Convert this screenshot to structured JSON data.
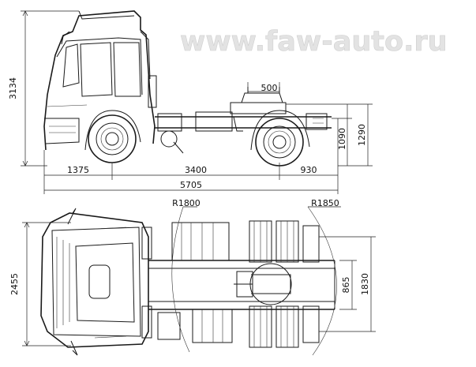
{
  "watermark": "www.faw-auto.ru",
  "side_view": {
    "height_total": "3134",
    "front_overhang": "1375",
    "wheelbase": "3400",
    "rear_overhang": "930",
    "overall_length": "5705",
    "fifth_wheel_offset": "500",
    "fifth_wheel_height": "1290",
    "frame_height": "1090"
  },
  "top_view": {
    "front_radius": "R1800",
    "rear_radius": "R1850",
    "overall_width": "2455",
    "rear_track": "1830",
    "frame_width": "865"
  }
}
